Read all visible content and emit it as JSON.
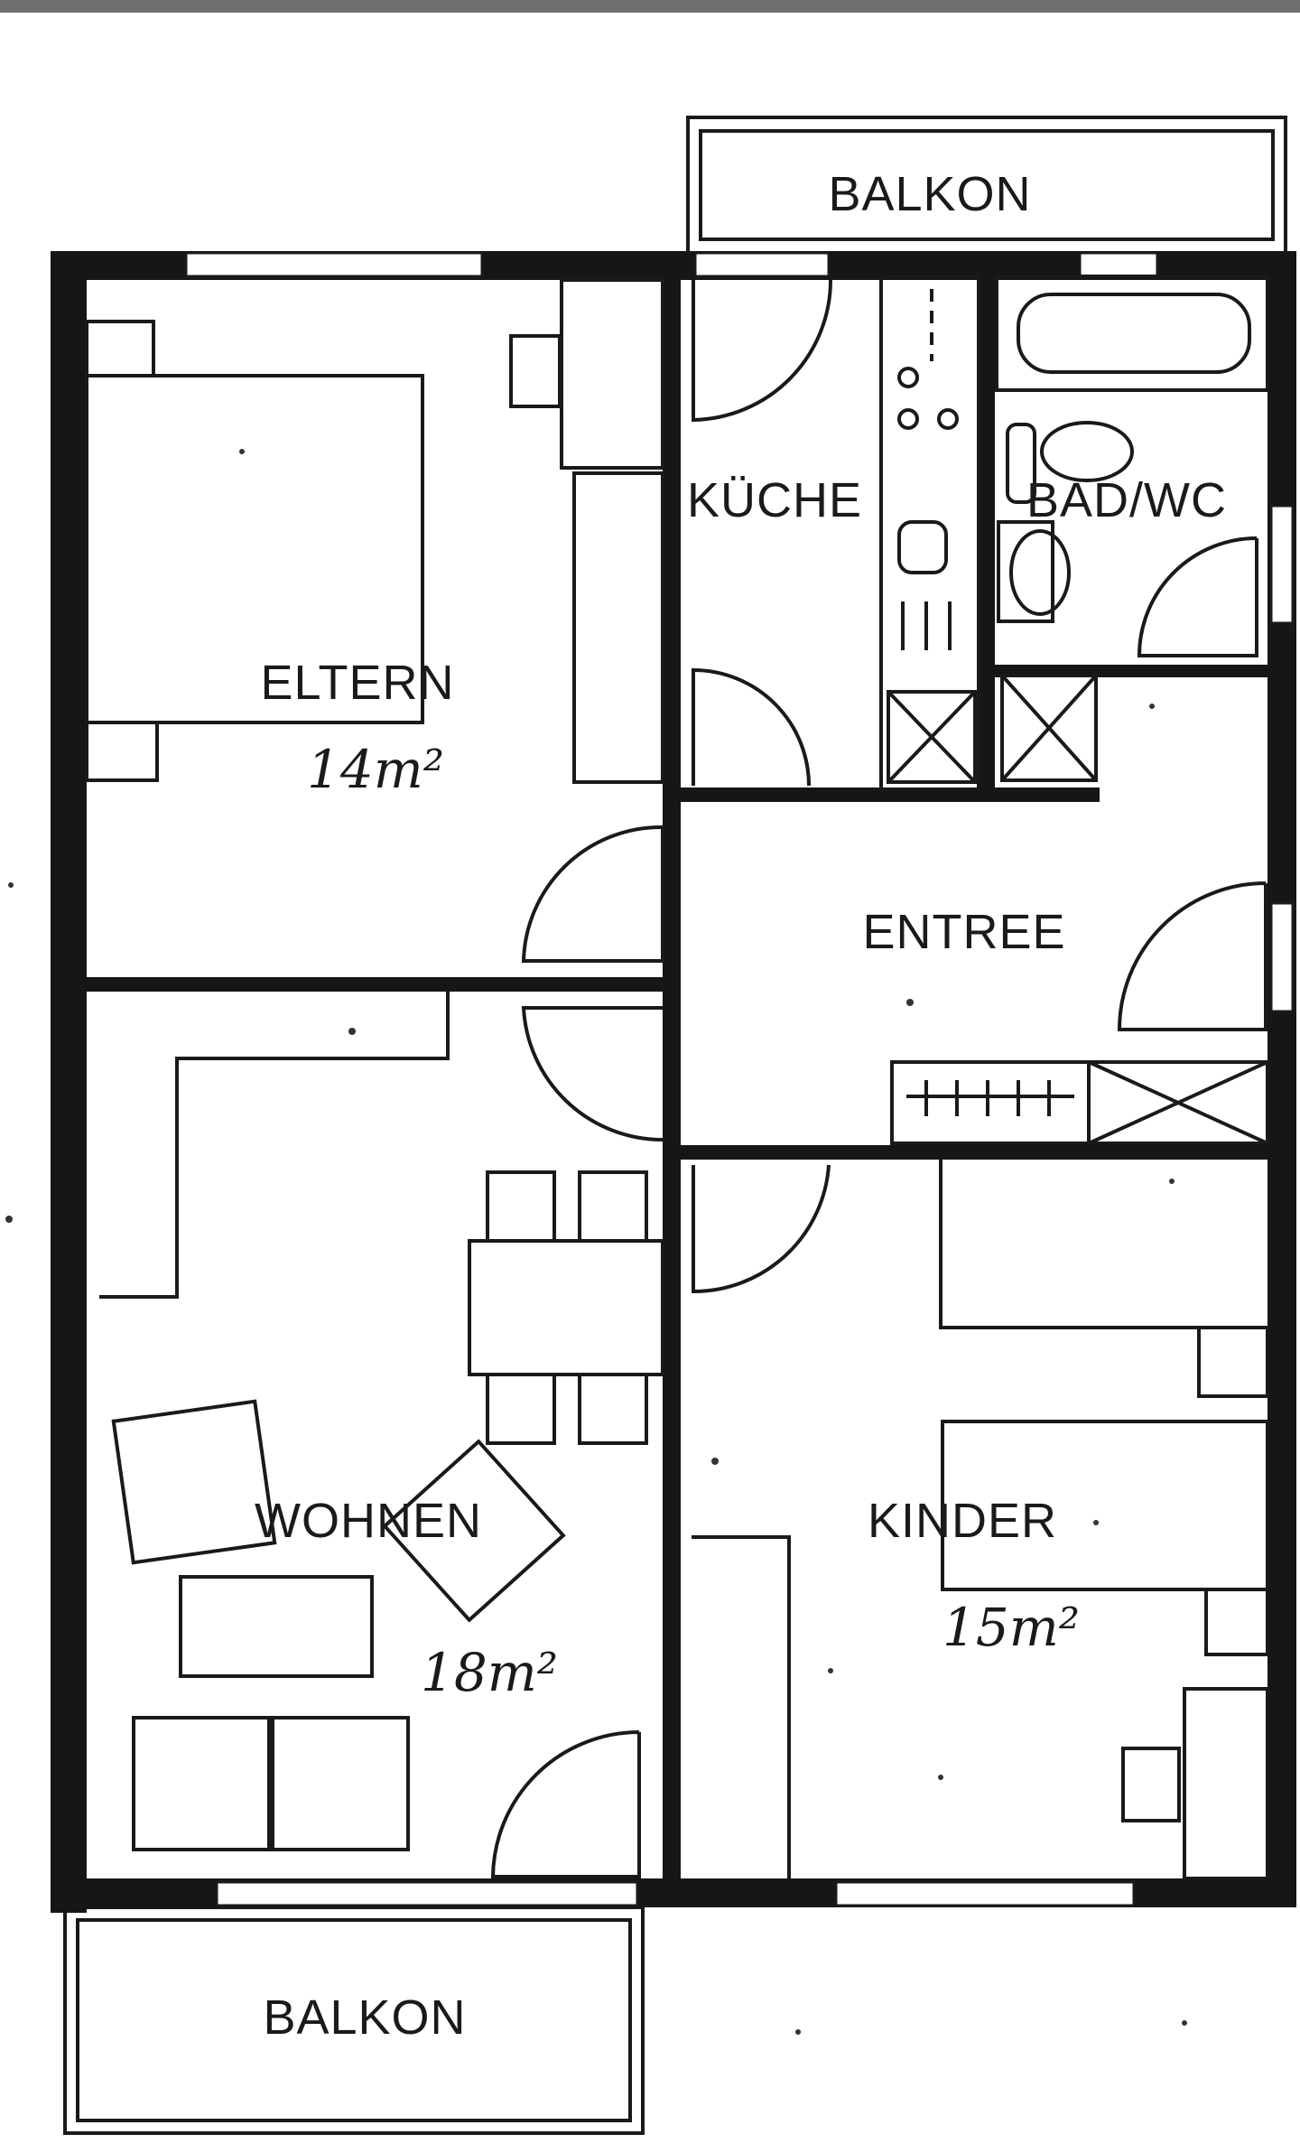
{
  "rooms": {
    "balkon_top": {
      "label": "BALKON"
    },
    "kueche": {
      "label": "KÜCHE"
    },
    "bad": {
      "label": "BAD/WC"
    },
    "eltern": {
      "label": "ELTERN",
      "area": "14m²"
    },
    "entree": {
      "label": "ENTREE"
    },
    "wohnen": {
      "label": "WOHNEN",
      "area": "18m²"
    },
    "kinder": {
      "label": "KINDER",
      "area": "15m²"
    },
    "balkon_bottom": {
      "label": "BALKON"
    }
  },
  "colors": {
    "ink": "#1a1a1a",
    "paper": "#ffffff",
    "topbar": "#6f6f6f"
  }
}
